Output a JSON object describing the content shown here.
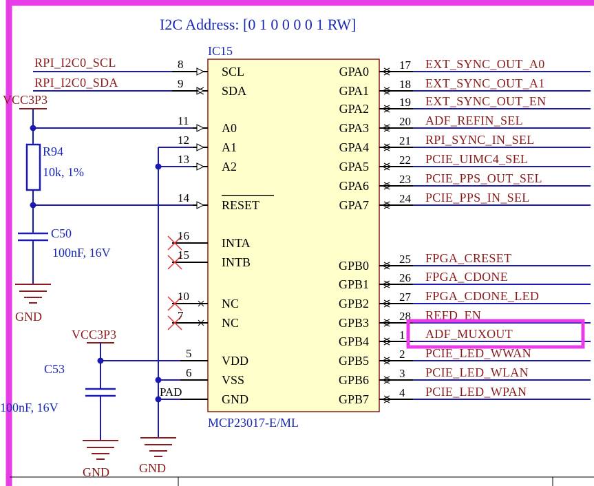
{
  "colors": {
    "wire": "#1a1ab0",
    "net_label": "#8b1a1a",
    "chip_body": "#ffffcc",
    "highlight": "#e83ce8",
    "nc_mark": "#e03030"
  },
  "title": "I2C Address: [0 1 0 0 0 0 1 RW]",
  "chip": {
    "refdes": "IC15",
    "part": "MCP23017-E/ML",
    "left_pins": [
      {
        "num": "8",
        "name": "SCL"
      },
      {
        "num": "9",
        "name": "SDA"
      },
      {
        "num": "11",
        "name": "A0"
      },
      {
        "num": "12",
        "name": "A1"
      },
      {
        "num": "13",
        "name": "A2"
      },
      {
        "num": "14",
        "name": "RESET"
      },
      {
        "num": "16",
        "name": "INTA"
      },
      {
        "num": "15",
        "name": "INTB"
      },
      {
        "num": "10",
        "name": "NC"
      },
      {
        "num": "7",
        "name": "NC"
      },
      {
        "num": "5",
        "name": "VDD"
      },
      {
        "num": "6",
        "name": "VSS"
      },
      {
        "num": "PAD",
        "name": "GND"
      }
    ],
    "right_pins": [
      {
        "num": "17",
        "name": "GPA0",
        "net": "EXT_SYNC_OUT_A0"
      },
      {
        "num": "18",
        "name": "GPA1",
        "net": "EXT_SYNC_OUT_A1"
      },
      {
        "num": "19",
        "name": "GPA2",
        "net": "EXT_SYNC_OUT_EN"
      },
      {
        "num": "20",
        "name": "GPA3",
        "net": "ADF_REFIN_SEL"
      },
      {
        "num": "21",
        "name": "GPA4",
        "net": "RPI_SYNC_IN_SEL"
      },
      {
        "num": "22",
        "name": "GPA5",
        "net": "PCIE_UIMC4_SEL"
      },
      {
        "num": "23",
        "name": "GPA6",
        "net": "PCIE_PPS_OUT_SEL"
      },
      {
        "num": "24",
        "name": "GPA7",
        "net": "PCIE_PPS_IN_SEL"
      },
      {
        "num": "25",
        "name": "GPB0",
        "net": "FPGA_CRESET"
      },
      {
        "num": "26",
        "name": "GPB1",
        "net": "FPGA_CDONE"
      },
      {
        "num": "27",
        "name": "GPB2",
        "net": "FPGA_CDONE_LED"
      },
      {
        "num": "28",
        "name": "GPB3",
        "net": "REFD_EN"
      },
      {
        "num": "1",
        "name": "GPB4",
        "net": "ADF_MUXOUT"
      },
      {
        "num": "2",
        "name": "GPB5",
        "net": "PCIE_LED_WWAN"
      },
      {
        "num": "3",
        "name": "GPB6",
        "net": "PCIE_LED_WLAN"
      },
      {
        "num": "4",
        "name": "GPB7",
        "net": "PCIE_LED_WPAN"
      }
    ]
  },
  "left_nets": {
    "scl": "RPI_I2C0_SCL",
    "sda": "RPI_I2C0_SDA"
  },
  "power": {
    "vcc_top": "VCC3P3",
    "vcc_bottom": "VCC3P3",
    "gnd_labels": [
      "GND",
      "GND",
      "GND"
    ]
  },
  "components": {
    "r94": {
      "ref": "R94",
      "value": "10k, 1%"
    },
    "c50": {
      "ref": "C50",
      "value": "100nF, 16V"
    },
    "c53": {
      "ref": "C53",
      "value": "100nF, 16V"
    }
  },
  "highlighted_net": "ADF_MUXOUT"
}
